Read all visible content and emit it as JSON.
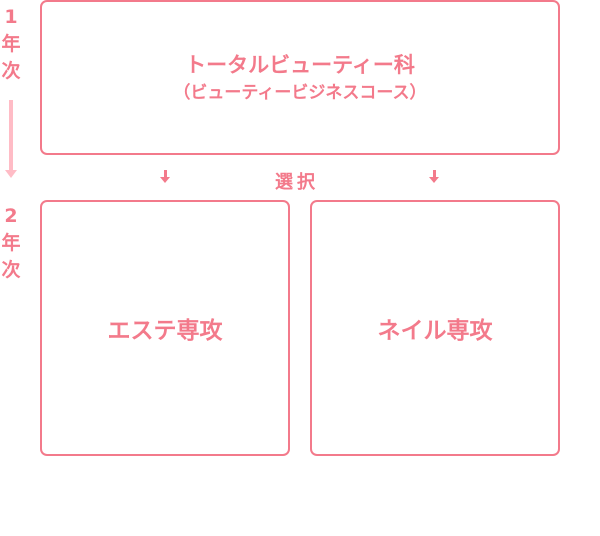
{
  "years": [
    {
      "num": "1",
      "chars": [
        "年",
        "次"
      ]
    },
    {
      "num": "2",
      "chars": [
        "年",
        "次"
      ]
    }
  ],
  "first_year_course": {
    "title": "トータルビューティー科",
    "subtitle": "（ビューティービジネスコース）"
  },
  "select_label": "選択",
  "majors": [
    {
      "label": "エステ専攻"
    },
    {
      "label": "ネイル専攻"
    }
  ],
  "colors": {
    "accent": "#f37a8b",
    "timeline": "#ffbcc6"
  }
}
